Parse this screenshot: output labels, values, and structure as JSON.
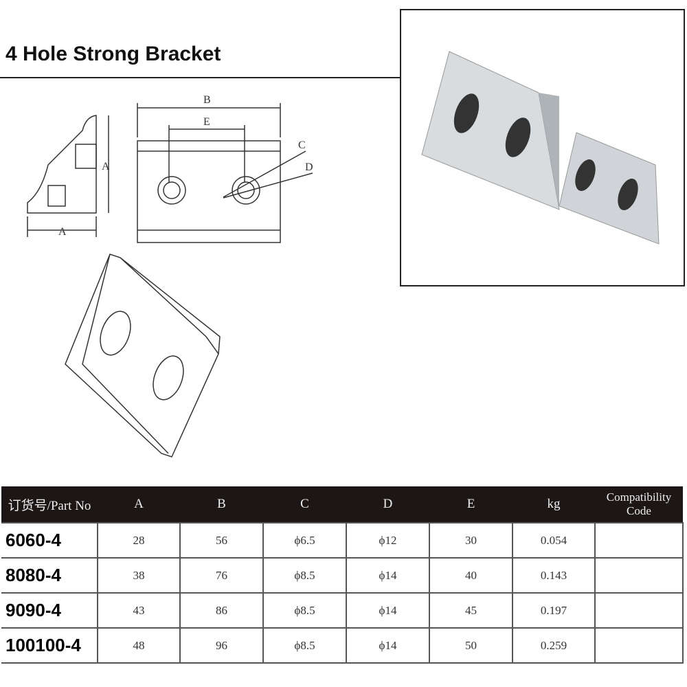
{
  "title": "4 Hole Strong Bracket",
  "drawing_labels": {
    "a1": "A",
    "a2": "A",
    "b": "B",
    "e": "E",
    "c": "C",
    "d": "D"
  },
  "table": {
    "headers": [
      "订货号/Part No",
      "A",
      "B",
      "C",
      "D",
      "E",
      "kg",
      "Compatibility Code"
    ],
    "rows": [
      [
        "6060-4",
        "28",
        "56",
        "ϕ6.5",
        "ϕ12",
        "30",
        "0.054",
        ""
      ],
      [
        "8080-4",
        "38",
        "76",
        "ϕ8.5",
        "ϕ14",
        "40",
        "0.143",
        ""
      ],
      [
        "9090-4",
        "43",
        "86",
        "ϕ8.5",
        "ϕ14",
        "45",
        "0.197",
        ""
      ],
      [
        "100100-4",
        "48",
        "96",
        "ϕ8.5",
        "ϕ14",
        "50",
        "0.259",
        ""
      ]
    ]
  }
}
